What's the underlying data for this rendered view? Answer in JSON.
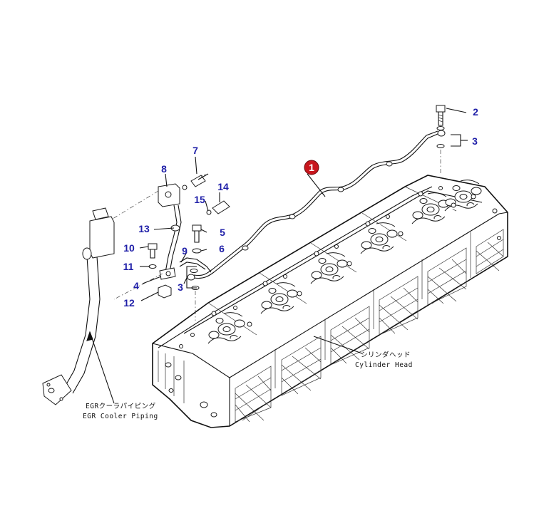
{
  "colors": {
    "callout": "#1f1fa8",
    "highlight": "#c8161d",
    "ink": "#111111"
  },
  "callouts": [
    {
      "id": "c1",
      "text": "1",
      "highlight": true
    },
    {
      "id": "c2",
      "text": "2"
    },
    {
      "id": "c3a",
      "text": "3"
    },
    {
      "id": "c3b",
      "text": "3"
    },
    {
      "id": "c4",
      "text": "4"
    },
    {
      "id": "c5",
      "text": "5"
    },
    {
      "id": "c6",
      "text": "6"
    },
    {
      "id": "c7",
      "text": "7"
    },
    {
      "id": "c8",
      "text": "8"
    },
    {
      "id": "c9",
      "text": "9"
    },
    {
      "id": "c10",
      "text": "10"
    },
    {
      "id": "c11",
      "text": "11"
    },
    {
      "id": "c12",
      "text": "12"
    },
    {
      "id": "c13",
      "text": "13"
    },
    {
      "id": "c14",
      "text": "14"
    },
    {
      "id": "c15",
      "text": "15"
    }
  ],
  "labels": {
    "cylinder_head_jp": "シリンダヘッド",
    "cylinder_head_en": "Cylinder Head",
    "egr_jp": "EGRクーラパイピング",
    "egr_en": "EGR Cooler Piping"
  }
}
